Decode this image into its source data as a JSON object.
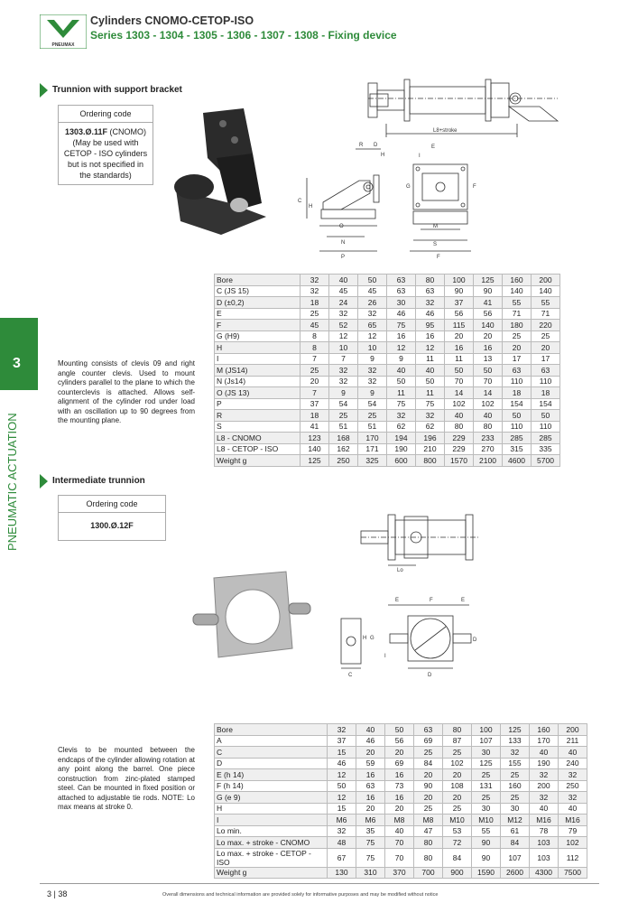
{
  "header": {
    "title": "Cylinders CNOMO-CETOP-ISO",
    "subtitle": "Series 1303 - 1304 - 1305 - 1306 - 1307 - 1308 - Fixing device",
    "logo_text": "PNEUMAX"
  },
  "side_tab": {
    "number": "3",
    "label": "PNEUMATIC ACTUATION"
  },
  "section1": {
    "title": "Trunnion with support bracket",
    "ordering_label": "Ordering code",
    "ordering_code": "1303.Ø.11F",
    "ordering_code_suffix": "(CNOMO)",
    "ordering_note": "(May be used with CETOP - ISO cylinders but is not specified in the standards)",
    "description": "Mounting consists of clevis 09 and right angle counter clevis. Used to mount cylinders parallel to the plane to which the counterclevis is attached. Allows self-alignment of the cylinder rod under load with an oscillation up to 90 degrees from the mounting plane.",
    "drawing_labels": {
      "l8": "L8+stroke",
      "r": "R",
      "d": "D",
      "h": "H",
      "c": "C",
      "o": "O",
      "n": "N",
      "p": "P",
      "e": "E",
      "i": "I",
      "g": "G",
      "f": "F",
      "m": "M",
      "s": "S"
    },
    "table": {
      "rows": [
        [
          "Bore",
          "32",
          "40",
          "50",
          "63",
          "80",
          "100",
          "125",
          "160",
          "200"
        ],
        [
          "C (JS 15)",
          "32",
          "45",
          "45",
          "63",
          "63",
          "90",
          "90",
          "140",
          "140"
        ],
        [
          "D (±0,2)",
          "18",
          "24",
          "26",
          "30",
          "32",
          "37",
          "41",
          "55",
          "55"
        ],
        [
          "E",
          "25",
          "32",
          "32",
          "46",
          "46",
          "56",
          "56",
          "71",
          "71"
        ],
        [
          "F",
          "45",
          "52",
          "65",
          "75",
          "95",
          "115",
          "140",
          "180",
          "220"
        ],
        [
          "G (H9)",
          "8",
          "12",
          "12",
          "16",
          "16",
          "20",
          "20",
          "25",
          "25"
        ],
        [
          "H",
          "8",
          "10",
          "10",
          "12",
          "12",
          "16",
          "16",
          "20",
          "20"
        ],
        [
          "I",
          "7",
          "7",
          "9",
          "9",
          "11",
          "11",
          "13",
          "17",
          "17"
        ],
        [
          "M (JS14)",
          "25",
          "32",
          "32",
          "40",
          "40",
          "50",
          "50",
          "63",
          "63"
        ],
        [
          "N (Js14)",
          "20",
          "32",
          "32",
          "50",
          "50",
          "70",
          "70",
          "110",
          "110"
        ],
        [
          "O (JS 13)",
          "7",
          "9",
          "9",
          "11",
          "11",
          "14",
          "14",
          "18",
          "18"
        ],
        [
          "P",
          "37",
          "54",
          "54",
          "75",
          "75",
          "102",
          "102",
          "154",
          "154"
        ],
        [
          "R",
          "18",
          "25",
          "25",
          "32",
          "32",
          "40",
          "40",
          "50",
          "50"
        ],
        [
          "S",
          "41",
          "51",
          "51",
          "62",
          "62",
          "80",
          "80",
          "110",
          "110"
        ],
        [
          "L8 - CNOMO",
          "123",
          "168",
          "170",
          "194",
          "196",
          "229",
          "233",
          "285",
          "285"
        ],
        [
          "L8 - CETOP - ISO",
          "140",
          "162",
          "171",
          "190",
          "210",
          "229",
          "270",
          "315",
          "335"
        ],
        [
          "Weight g",
          "125",
          "250",
          "325",
          "600",
          "800",
          "1570",
          "2100",
          "4600",
          "5700"
        ]
      ]
    }
  },
  "section2": {
    "title": "Intermediate trunnion",
    "ordering_label": "Ordering code",
    "ordering_code": "1300.Ø.12F",
    "description": "Clevis to be mounted between the endcaps of the cylinder allowing rotation at any point along the barrel. One piece construction from zinc-plated stamped steel. Can be mounted in fixed position or attached to adjustable tie rods. NOTE: Lo max means at stroke 0.",
    "drawing_labels": {
      "lo": "Lo",
      "e1": "E",
      "f": "F",
      "e2": "E",
      "h": "H",
      "g": "G",
      "i": "I",
      "c": "C",
      "d": "D",
      "d2": "D"
    },
    "table": {
      "rows": [
        [
          "Bore",
          "32",
          "40",
          "50",
          "63",
          "80",
          "100",
          "125",
          "160",
          "200"
        ],
        [
          "A",
          "37",
          "46",
          "56",
          "69",
          "87",
          "107",
          "133",
          "170",
          "211"
        ],
        [
          "C",
          "15",
          "20",
          "20",
          "25",
          "25",
          "30",
          "32",
          "40",
          "40"
        ],
        [
          "D",
          "46",
          "59",
          "69",
          "84",
          "102",
          "125",
          "155",
          "190",
          "240"
        ],
        [
          "E (h 14)",
          "12",
          "16",
          "16",
          "20",
          "20",
          "25",
          "25",
          "32",
          "32"
        ],
        [
          "F (h 14)",
          "50",
          "63",
          "73",
          "90",
          "108",
          "131",
          "160",
          "200",
          "250"
        ],
        [
          "G (e 9)",
          "12",
          "16",
          "16",
          "20",
          "20",
          "25",
          "25",
          "32",
          "32"
        ],
        [
          "H",
          "15",
          "20",
          "20",
          "25",
          "25",
          "30",
          "30",
          "40",
          "40"
        ],
        [
          "I",
          "M6",
          "M6",
          "M8",
          "M8",
          "M10",
          "M10",
          "M12",
          "M16",
          "M16"
        ],
        [
          "Lo min.",
          "32",
          "35",
          "40",
          "47",
          "53",
          "55",
          "61",
          "78",
          "79"
        ],
        [
          "Lo max. + stroke - CNOMO",
          "48",
          "75",
          "70",
          "80",
          "72",
          "90",
          "84",
          "103",
          "102"
        ],
        [
          "Lo max. + stroke - CETOP - ISO",
          "67",
          "75",
          "70",
          "80",
          "84",
          "90",
          "107",
          "103",
          "112"
        ],
        [
          "Weight g",
          "130",
          "310",
          "370",
          "700",
          "900",
          "1590",
          "2600",
          "4300",
          "7500"
        ]
      ]
    }
  },
  "footer": {
    "page": "3 | 38",
    "note": "Overall dimensions and technical information are provided solely for informative purposes and may be modified without notice"
  }
}
